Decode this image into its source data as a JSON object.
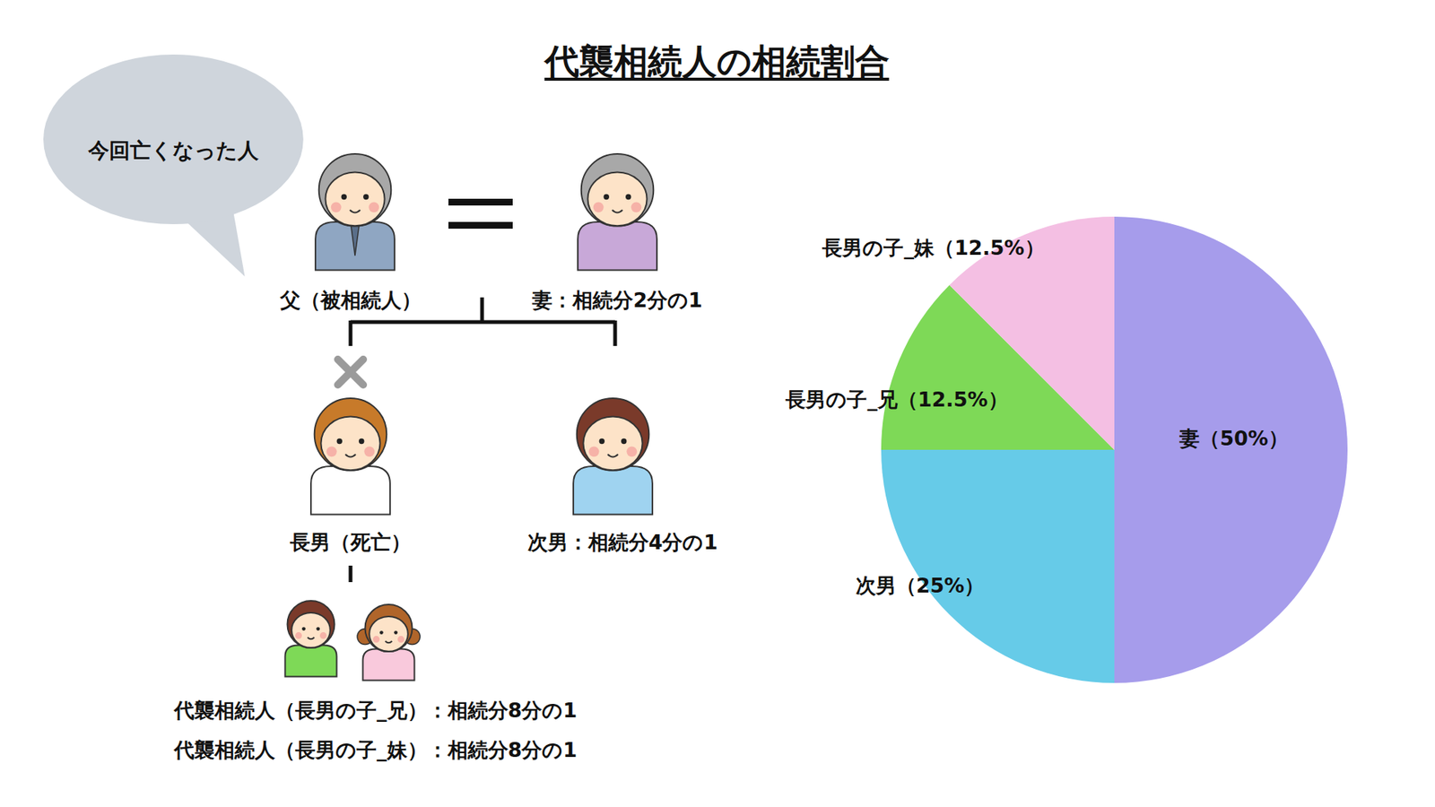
{
  "diagram": {
    "title": "代襲相続人の相続割合",
    "nodes": [
      {
        "text": [
          "今回亡くなった人"
        ]
      }
    ],
    "labels": [
      "父（被相続人）",
      "妻：相続分2分の1",
      "長男（死亡）",
      "次男：相続分4分の1",
      "代襲相続人（長男の子_兄）：相続分8分の1",
      "代襲相続人（長男の子_妹）：相続分8分の1",
      "長男の子_妹（12.5%）",
      "長男の子_兄（12.5%）",
      "妻（50%）",
      "次男（25%）"
    ]
  }
}
